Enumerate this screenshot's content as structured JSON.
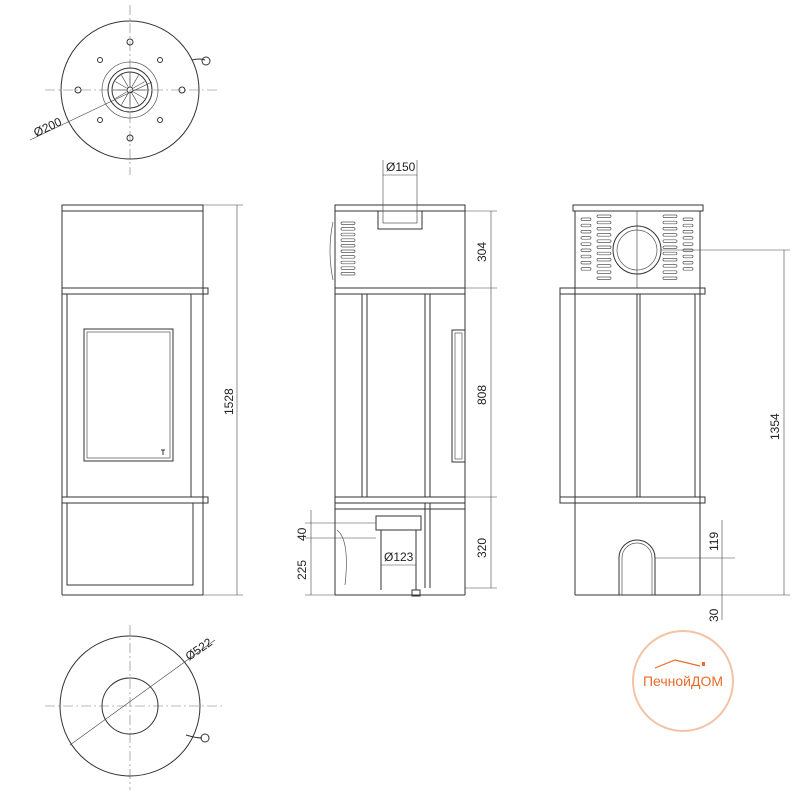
{
  "dimensions": {
    "top_flue_diameter": "Ø200",
    "top_outlet_diameter": "Ø150",
    "air_inlet_diameter": "Ø123",
    "base_diameter": "Ø522",
    "total_height": "1528",
    "top_section_height": "304",
    "door_height": "808",
    "bottom_section_height": "320",
    "inlet_offset": "40",
    "inlet_height": "225",
    "back_outlet_height": "1354",
    "back_inlet_height": "119",
    "back_inlet_base": "30"
  },
  "logo": {
    "text": "ПечнойДОМ",
    "color": "#ea6b2a"
  }
}
